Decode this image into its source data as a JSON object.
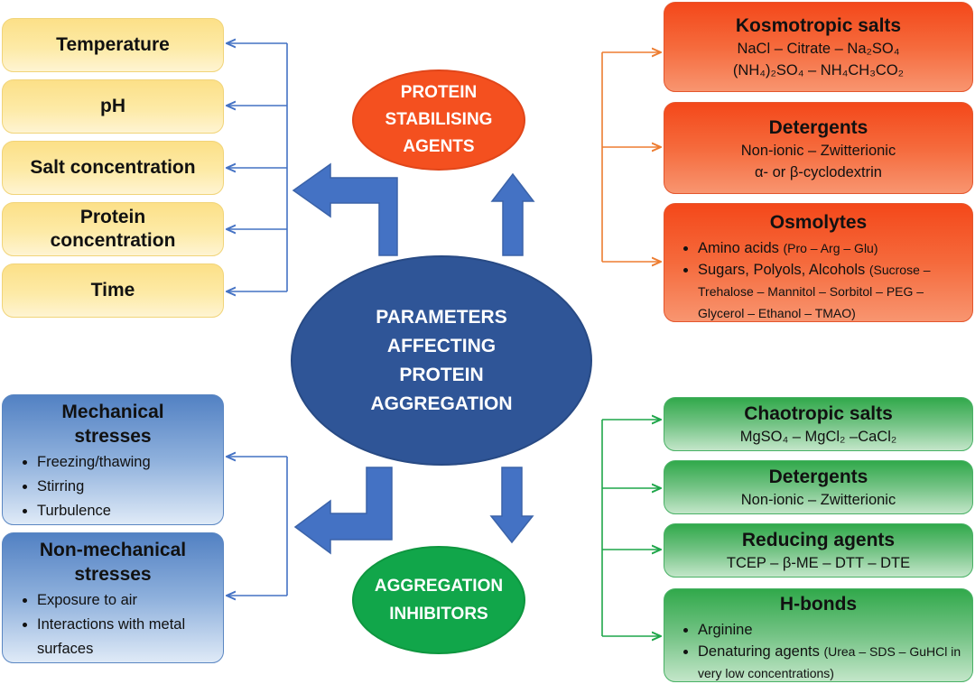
{
  "parameters": {
    "items": [
      "Temperature",
      "pH",
      "Salt concentration",
      "Protein\nconcentration",
      "Time"
    ]
  },
  "center": {
    "label": "PARAMETERS\nAFFECTING\nPROTEIN\nAGGREGATION"
  },
  "stabilising": {
    "label": "PROTEIN\nSTABILISING\nAGENTS",
    "kosmotropic": {
      "title": "Kosmotropic salts",
      "line1": "NaCl – Citrate – Na₂SO₄",
      "line2": "(NH₄)₂SO₄ – NH₄CH₃CO₂"
    },
    "detergents": {
      "title": "Detergents",
      "line1": "Non-ionic – Zwitterionic",
      "line2": "α- or β-cyclodextrin"
    },
    "osmolytes": {
      "title": "Osmolytes",
      "bullet1_main": "Amino acids ",
      "bullet1_small": "(Pro – Arg – Glu)",
      "bullet2_main": "Sugars, Polyols, Alcohols ",
      "bullet2_small": "(Sucrose – Trehalose – Mannitol – Sorbitol – PEG – Glycerol – Ethanol – TMAO)"
    }
  },
  "inhibitors": {
    "label": "AGGREGATION\nINHIBITORS",
    "chaotropic": {
      "title": "Chaotropic salts",
      "line1": "MgSO₄ – MgCl₂ –CaCl₂"
    },
    "detergents": {
      "title": "Detergents",
      "line1": "Non-ionic – Zwitterionic"
    },
    "reducing": {
      "title": "Reducing agents",
      "line1": "TCEP – β-ME – DTT – DTE"
    },
    "hbonds": {
      "title": "H-bonds",
      "bullet1": "Arginine",
      "bullet2_main": "Denaturing agents ",
      "bullet2_small": "(Urea – SDS – GuHCl in very low concentrations)"
    }
  },
  "stresses": {
    "mechanical": {
      "title": "Mechanical\nstresses",
      "items": [
        "Freezing/thawing",
        "Stirring",
        "Turbulence"
      ]
    },
    "nonmechanical": {
      "title": "Non-mechanical\nstresses",
      "items": [
        "Exposure to air",
        "Interactions with metal surfaces"
      ]
    }
  },
  "colors": {
    "yellow": "#fce088",
    "red": "#f4501f",
    "green": "#11a64a",
    "blue": "#2f5597",
    "connector_blue": "#4472c4",
    "connector_red": "#ed7d31",
    "connector_green": "#1fa64a"
  }
}
